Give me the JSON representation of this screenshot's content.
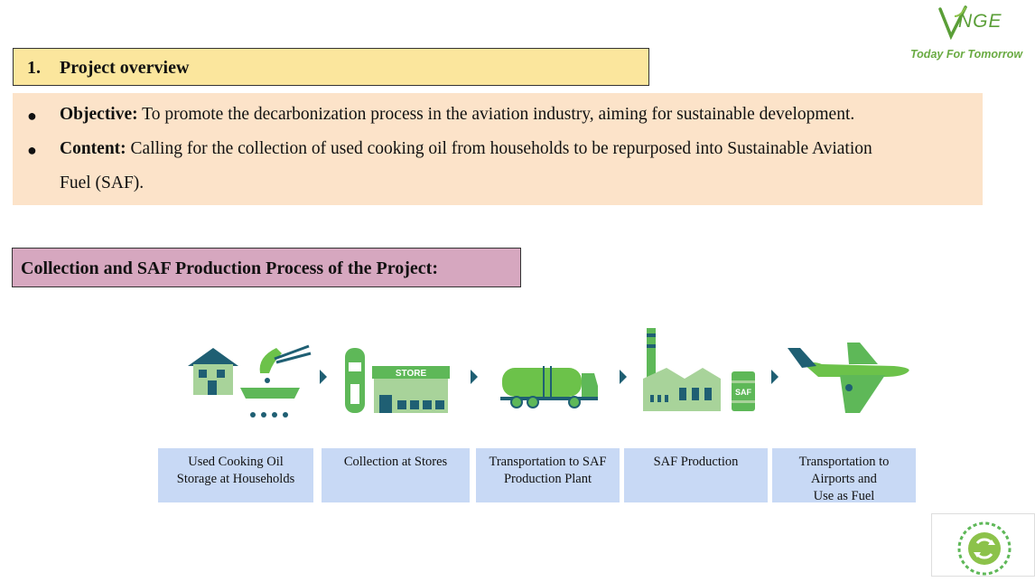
{
  "logo": {
    "brand": "NGE",
    "tagline": "Today For Tomorrow",
    "color": "#5a9e37"
  },
  "section1": {
    "number": "1.",
    "title": "Project overview",
    "objective_label": "Objective:",
    "objective_text": " To promote the decarbonization process in the aviation industry, aiming for sustainable development.",
    "content_label": "Content:",
    "content_text_line1": " Calling for the collection of used cooking oil from households to be repurposed into Sustainable Aviation",
    "content_text_line2": "Fuel (SAF).",
    "bullet_glyph": "●"
  },
  "section2": {
    "title": "Collection and SAF Production Process of the Project:"
  },
  "process": {
    "icons": [
      "house-icon",
      "frying-pan-icon",
      "store-icon",
      "oil-tanker-truck-icon",
      "factory-icon",
      "saf-barrel-icon",
      "airplane-icon"
    ],
    "store_sign": "STORE",
    "barrel_label": "SAF",
    "steps": [
      {
        "line1": "Used Cooking Oil",
        "line2": "Storage at Households",
        "line3": ""
      },
      {
        "line1": "Collection at Stores",
        "line2": "",
        "line3": ""
      },
      {
        "line1": "Transportation to SAF",
        "line2": "Production Plant",
        "line3": ""
      },
      {
        "line1": "SAF Production",
        "line2": "",
        "line3": ""
      },
      {
        "line1": "Transportation to",
        "line2": "Airports and",
        "line3": "Use as Fuel"
      }
    ]
  },
  "colors": {
    "icon_green": "#5eb858",
    "icon_dark": "#1f5f73",
    "heading_yellow": "#fbe69d",
    "overview_peach": "#fce3c9",
    "process_pink": "#d6a7bf",
    "step_blue": "#c8d9f5"
  }
}
